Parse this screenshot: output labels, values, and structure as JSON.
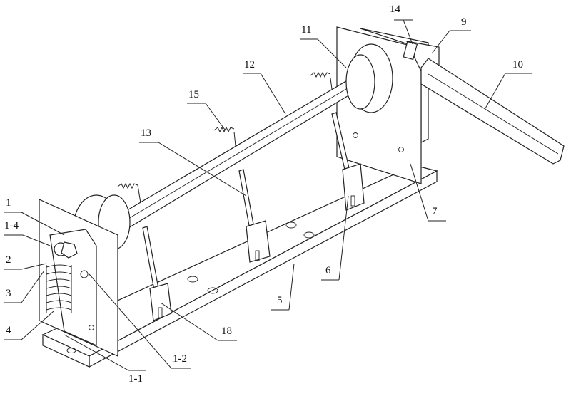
{
  "figure": {
    "labels": {
      "l14": "14",
      "l9": "9",
      "l10": "10",
      "l11": "11",
      "l12": "12",
      "l15": "15",
      "l13": "13",
      "l1": "1",
      "l1_4": "1-4",
      "l2": "2",
      "l3": "3",
      "l4": "4",
      "l1_1": "1-1",
      "l1_2": "1-2",
      "l18": "18",
      "l5": "5",
      "l6": "6",
      "l7": "7"
    }
  }
}
